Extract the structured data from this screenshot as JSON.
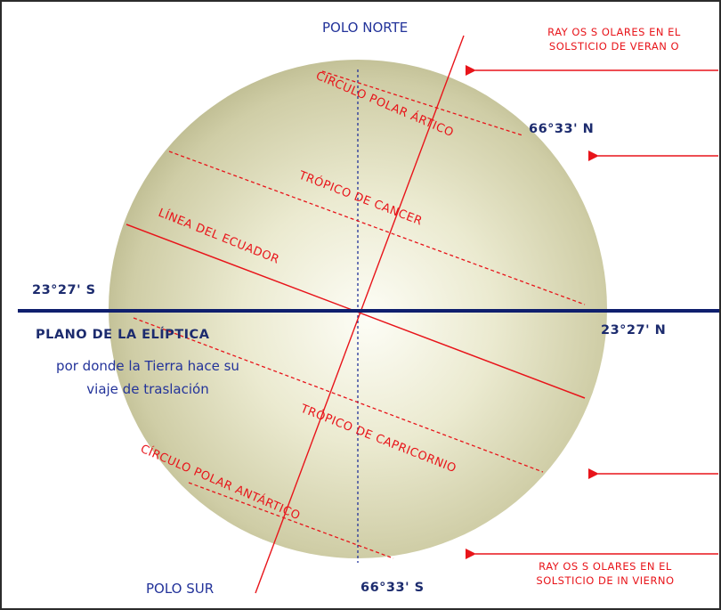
{
  "labels": {
    "polo_norte": "POLO NORTE",
    "polo_sur": "POLO SUR",
    "rayos_verano_l1": "RAY OS S OLARES EN EL",
    "rayos_verano_l2": "SOLSTICIO DE VERAN O",
    "rayos_invierno_l1": "RAY OS S OLARES EN EL",
    "rayos_invierno_l2": "SOLSTICIO DE IN VIERNO",
    "lat_6633_n": "66°33' N",
    "lat_6633_s": "66°33' S",
    "lat_2327_s": "23°27' S",
    "lat_2327_n": "23°27' N",
    "plano_title": "PLANO DE LA ELÍPTICA",
    "plano_desc_l1": "por donde la Tierra hace su",
    "plano_desc_l2": "viaje de traslación",
    "circulo_polar_artico": "CÍRCULO POLAR ÁRTICO",
    "tropico_cancer": "TRÓPICO DE CANCER",
    "linea_ecuador": "LÍNEA DEL ECUADOR",
    "tropico_capricornio": "TRÓPICO DE CAPRICORNIO",
    "circulo_polar_antartico": "CÍRCULO POLAR ANTÁRTICO"
  },
  "colors": {
    "red": "#e8141a",
    "navy": "#1c2b6e",
    "blue_text": "#23339a",
    "globe_light": "#fdfdf6",
    "globe_dark": "#bdbb90"
  }
}
